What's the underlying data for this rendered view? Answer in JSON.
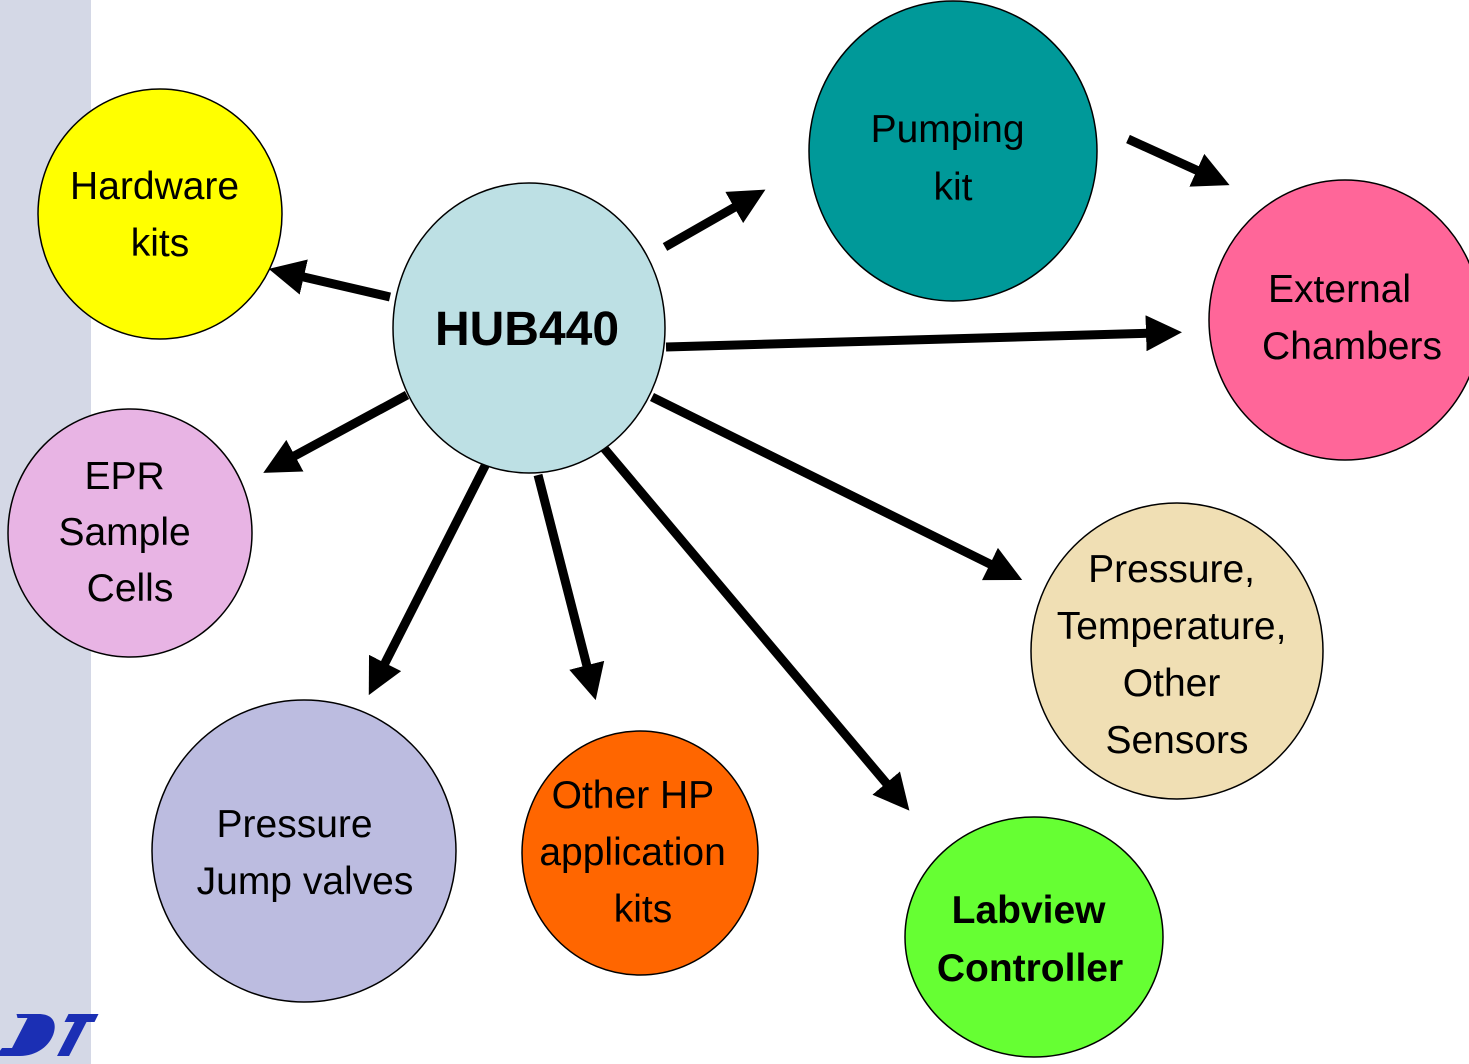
{
  "colors": {
    "side_band": "#d4d8e6",
    "logo": "#1b2fb4",
    "arrow": "#000000",
    "node_outline": "#000000"
  },
  "diagram": {
    "hub": {
      "label": "HUB440",
      "fill": "#bde0e4"
    },
    "nodes": [
      {
        "id": "hardware-kits",
        "lines": [
          "Hardware",
          "kits"
        ],
        "fill": "#ffff00",
        "bold": false
      },
      {
        "id": "pumping-kit",
        "lines": [
          "Pumping",
          "kit"
        ],
        "fill": "#009999",
        "bold": false
      },
      {
        "id": "external-chambers",
        "lines": [
          "External",
          "Chambers"
        ],
        "fill": "#ff6699",
        "bold": false
      },
      {
        "id": "epr-sample-cells",
        "lines": [
          "EPR",
          "Sample",
          "Cells"
        ],
        "fill": "#e8b4e4",
        "bold": false
      },
      {
        "id": "sensors",
        "lines": [
          "Pressure,",
          "Temperature,",
          "Other",
          "Sensors"
        ],
        "fill": "#f0dfb4",
        "bold": false
      },
      {
        "id": "pressure-jump-valves",
        "lines": [
          "Pressure",
          "Jump valves"
        ],
        "fill": "#bcbce0",
        "bold": false
      },
      {
        "id": "other-hp-kits",
        "lines": [
          "Other HP",
          "application",
          "kits"
        ],
        "fill": "#ff6600",
        "bold": false
      },
      {
        "id": "labview-controller",
        "lines": [
          "Labview",
          "Controller"
        ],
        "fill": "#66ff33",
        "bold": true
      }
    ],
    "edges": [
      {
        "from": "HUB440",
        "to": "Hardware kits"
      },
      {
        "from": "HUB440",
        "to": "Pumping kit"
      },
      {
        "from": "HUB440",
        "to": "External Chambers"
      },
      {
        "from": "HUB440",
        "to": "EPR Sample Cells"
      },
      {
        "from": "HUB440",
        "to": "Pressure, Temperature, Other Sensors"
      },
      {
        "from": "HUB440",
        "to": "Pressure Jump valves"
      },
      {
        "from": "HUB440",
        "to": "Other HP application kits"
      },
      {
        "from": "HUB440",
        "to": "Labview Controller"
      },
      {
        "from": "Pumping kit",
        "to": "External Chambers"
      }
    ]
  }
}
